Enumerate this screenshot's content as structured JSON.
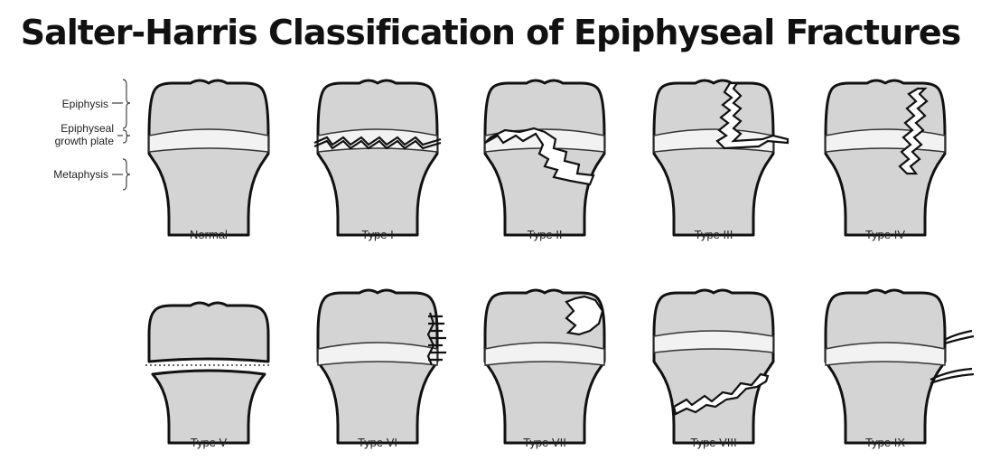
{
  "title": "Salter-Harris Classification of Epiphyseal Fractures",
  "annotations": {
    "epiphysis": "Epiphysis",
    "growth_plate_line1": "Epiphyseal",
    "growth_plate_line2": "growth plate",
    "metaphysis": "Metaphysis"
  },
  "panels": [
    {
      "label": "Normal"
    },
    {
      "label": "Type I"
    },
    {
      "label": "Type II"
    },
    {
      "label": "Type III"
    },
    {
      "label": "Type IV"
    },
    {
      "label": "Type V"
    },
    {
      "label": "Type VI"
    },
    {
      "label": "Type VII"
    },
    {
      "label": "Type VIII"
    },
    {
      "label": "Type IX"
    }
  ]
}
